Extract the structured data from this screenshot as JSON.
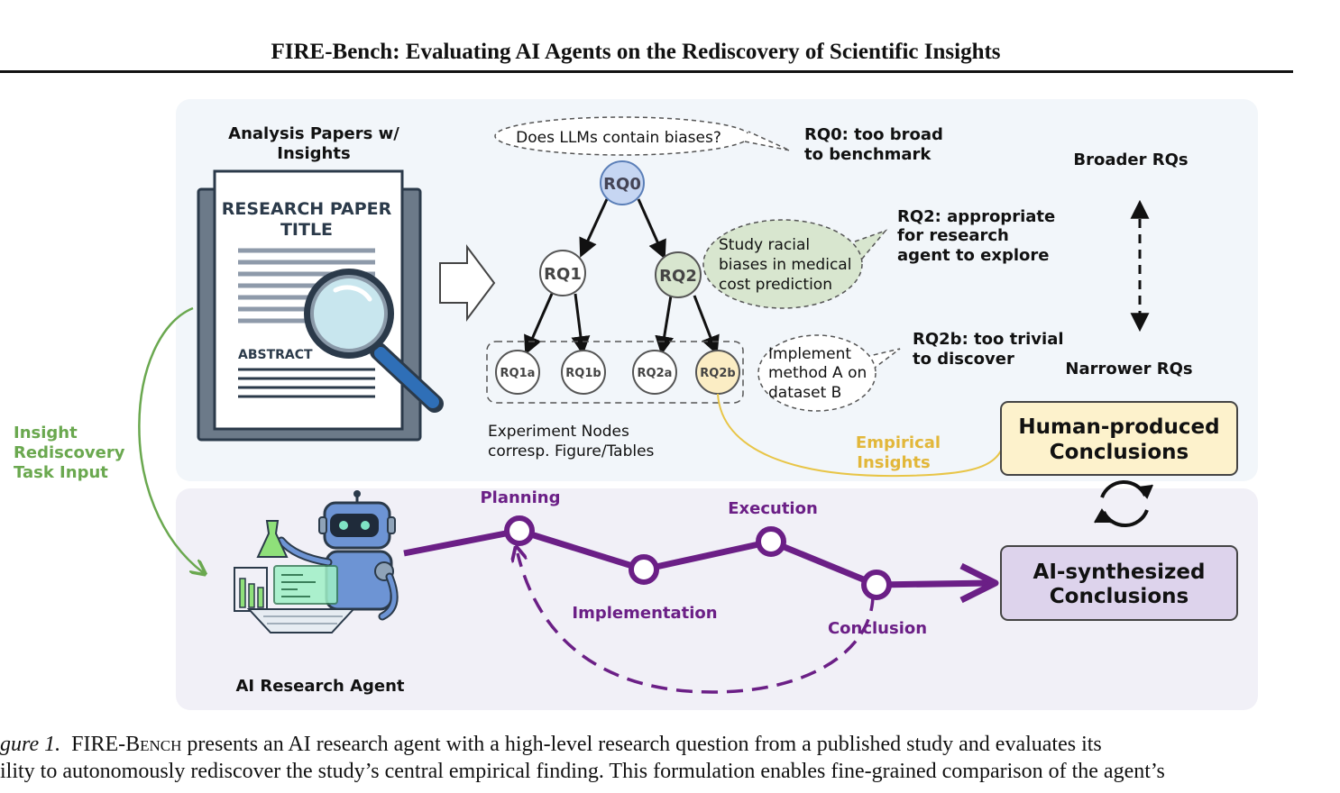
{
  "header": {
    "title": "FIRE-Bench: Evaluating AI Agents on the Rediscovery of Scientific Insights"
  },
  "figure": {
    "paper_panel": {
      "heading": [
        "Analysis Papers w/",
        "Insights"
      ],
      "doc_title": [
        "RESEARCH PAPER",
        "TITLE"
      ],
      "abstract": "ABSTRACT"
    },
    "tree": {
      "root_question": "Does LLMs contain biases?",
      "nodes": {
        "rq0": "RQ0",
        "rq1": "RQ1",
        "rq2": "RQ2",
        "rq1a": "RQ1a",
        "rq1b": "RQ1b",
        "rq2a": "RQ2a",
        "rq2b": "RQ2b"
      },
      "rq2_bubble": [
        "Study racial",
        "biases in medical",
        "cost prediction"
      ],
      "rq2b_bubble": [
        "Implement",
        "method A on",
        "dataset B"
      ],
      "rq0_note": [
        "RQ0: too broad",
        "to benchmark"
      ],
      "rq2_note": [
        "RQ2: appropriate",
        "for research",
        "agent to explore"
      ],
      "rq2b_note": [
        "RQ2b: too trivial",
        "to discover"
      ],
      "experiment_label": [
        "Experiment Nodes",
        "corresp. Figure/Tables"
      ]
    },
    "scale": {
      "broader": "Broader RQs",
      "narrower": "Narrower RQs"
    },
    "insight_input": [
      "Insight",
      "Rediscovery",
      "Task Input"
    ],
    "empirical": [
      "Empirical",
      "Insights"
    ],
    "human_box": [
      "Human-produced",
      "Conclusions"
    ],
    "ai_box": [
      "AI-synthesized",
      "Conclusions"
    ],
    "agent_label": "AI Research Agent",
    "pipeline": {
      "planning": "Planning",
      "implementation": "Implementation",
      "execution": "Execution",
      "conclusion": "Conclusion"
    },
    "colors": {
      "top_panel": "#f2f6fa",
      "bottom_panel": "#f1f0f7",
      "purple": "#6b1f86",
      "green": "#6aa84f",
      "yellow": "#e8c547",
      "rq0_fill": "#c6d6f2",
      "rq2_fill": "#d8e6cf",
      "rq2b_fill": "#fbedc4",
      "human_fill": "#fdf2cc",
      "ai_fill": "#ddd3ec"
    }
  },
  "caption": {
    "label": "gure 1.",
    "line1_rest": "presents an AI research agent with a high-level research question from a published study and evaluates its",
    "smallcaps_name": "FIRE-Bench",
    "line2": "ility to autonomously rediscover the study’s central empirical finding. This formulation enables fine-grained comparison of the agent’s"
  }
}
